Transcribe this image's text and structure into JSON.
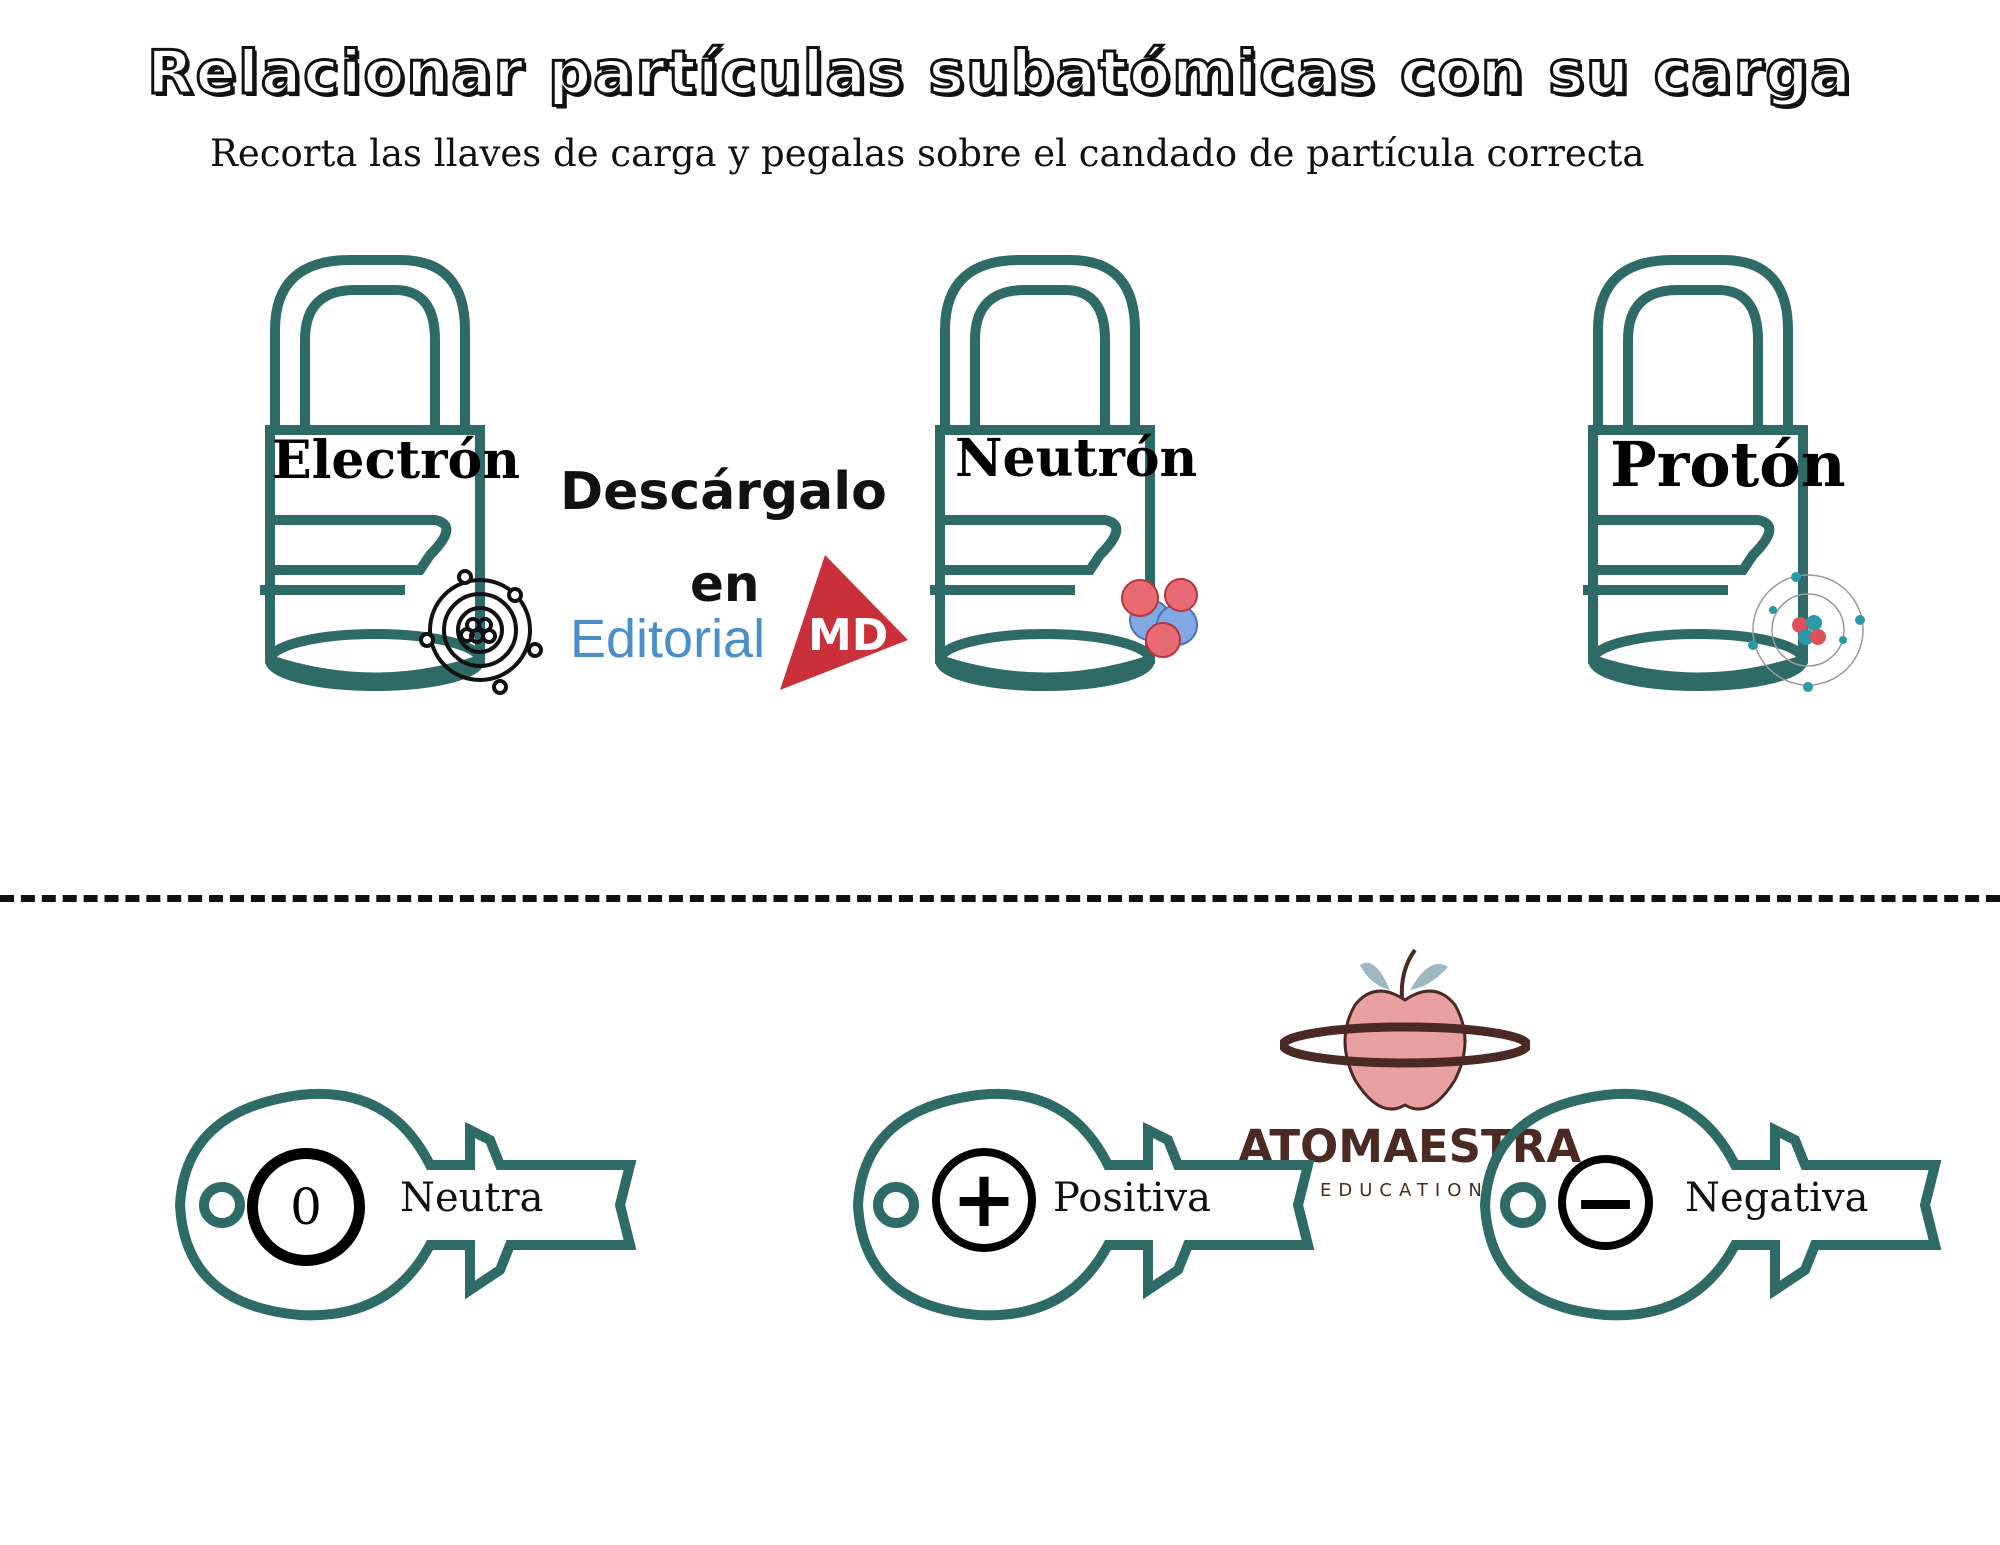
{
  "worksheet": {
    "title": "Relacionar partículas subatómicas con su carga",
    "instruction": "Recorta las llaves de carga y pegalas sobre el candado de partícula correcta"
  },
  "padlocks": [
    {
      "label": "Electrón",
      "icon": "atom-outline-icon"
    },
    {
      "label": "Neutrón",
      "icon": "neutrons-cluster-icon"
    },
    {
      "label": "Protón",
      "icon": "atom-model-icon"
    }
  ],
  "promo": {
    "line1": "Descárgalo",
    "line2": "en",
    "brand": "Editorial",
    "logo_text": "MD"
  },
  "keys": [
    {
      "symbol": "0",
      "label": "Neutra"
    },
    {
      "symbol": "+",
      "label": "Positiva"
    },
    {
      "symbol": "−",
      "label": "Negativa"
    }
  ],
  "watermark": {
    "name": "ATOMAESTRA",
    "tagline": "EDUCATION"
  },
  "colors": {
    "outline": "#2e6b66",
    "promo_blue": "#4a8fc9",
    "promo_red": "#c9303a",
    "brand_brown": "#4a2a22",
    "apple_pink": "#e8a0a0"
  }
}
